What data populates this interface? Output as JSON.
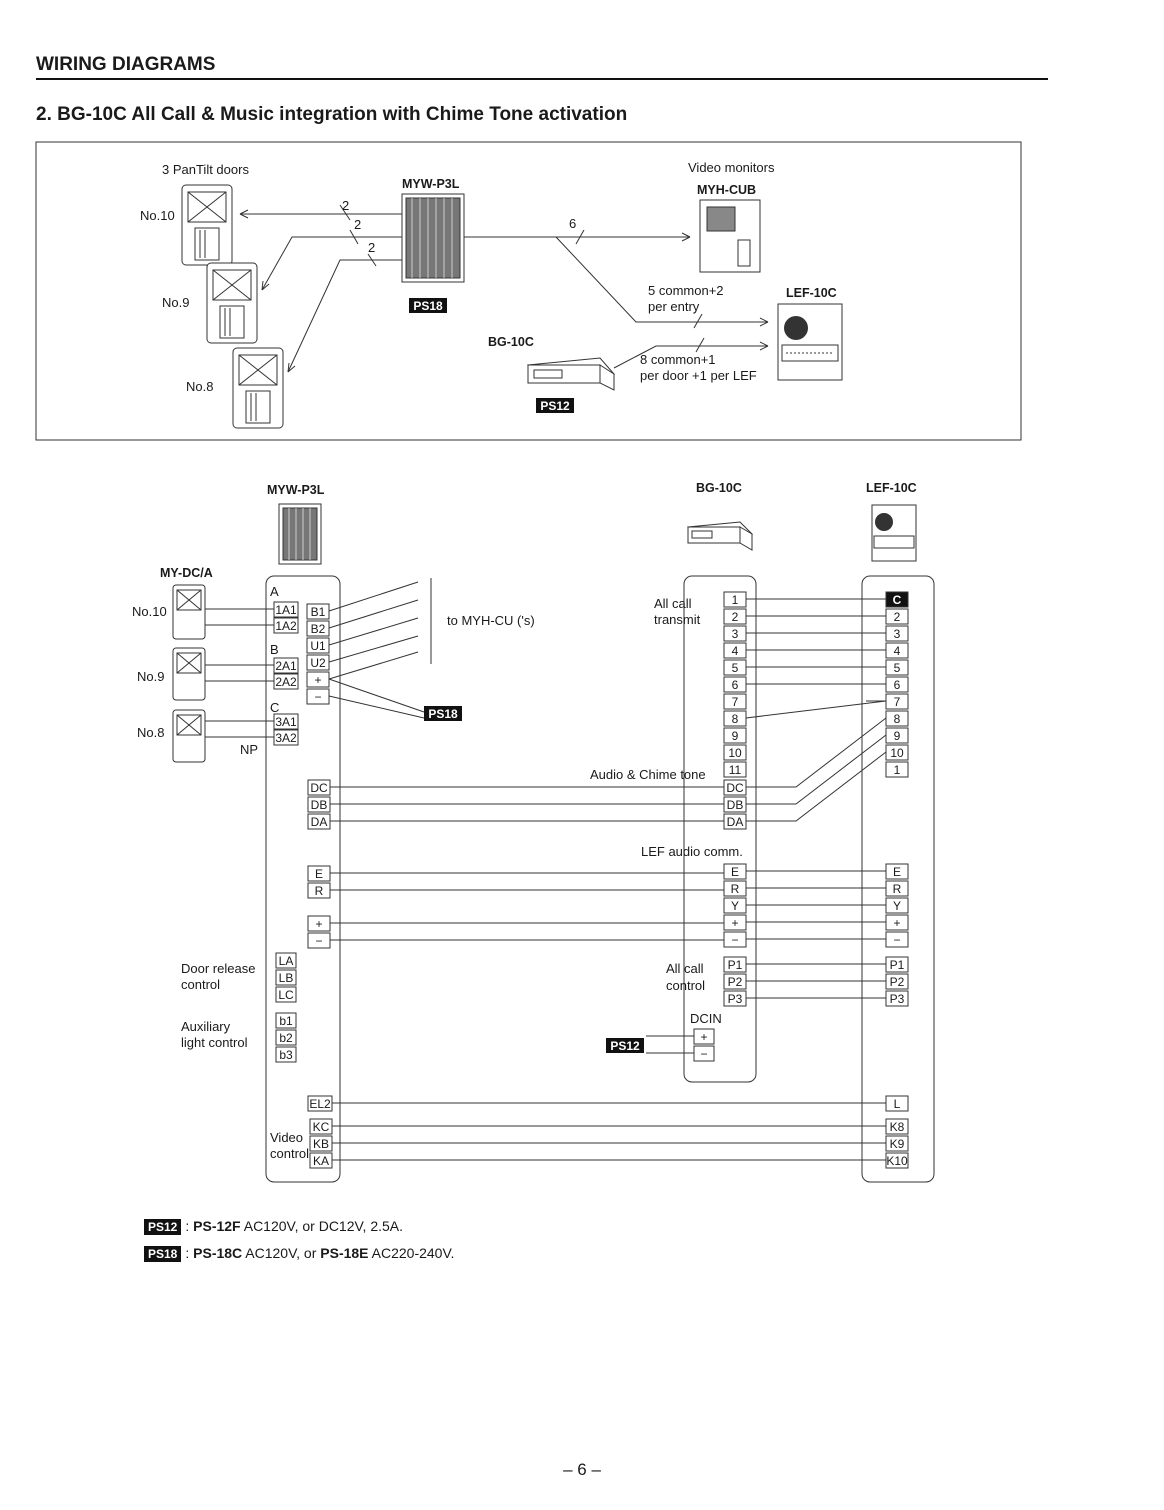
{
  "header": {
    "section": "WIRING DIAGRAMS",
    "title": "2. BG-10C All Call & Music integration with Chime Tone activation"
  },
  "overview": {
    "doors_label": "3 PanTilt doors",
    "doors": [
      "No.10",
      "No.9",
      "No.8"
    ],
    "myw": "MYW-P3L",
    "ps18": "PS18",
    "video_monitors": "Video monitors",
    "myh": "MYH-CUB",
    "lef": "LEF-10C",
    "bg": "BG-10C",
    "ps12": "PS12",
    "wire_counts": [
      "2",
      "2",
      "2",
      "6"
    ],
    "lef_note": [
      "5 common+2",
      "per entry"
    ],
    "bg_note": [
      "8 common+1",
      "per door +1 per LEF"
    ]
  },
  "wiring": {
    "myw": "MYW-P3L",
    "bg": "BG-10C",
    "lef": "LEF-10C",
    "mydc": "MY-DC/A",
    "doors": [
      "No.10",
      "No.9",
      "No.8"
    ],
    "np": "NP",
    "group_a": "A",
    "group_b": "B",
    "group_c": "C",
    "door_terms": [
      "1A1",
      "1A2",
      "2A1",
      "2A2",
      "3A1",
      "3A2"
    ],
    "b_terms": [
      "B1",
      "B2",
      "U1",
      "U2",
      "+",
      "−"
    ],
    "to_myh": "to MYH-CU ('s)",
    "ps18": "PS18",
    "ps12": "PS12",
    "all_call_transmit": [
      "All call",
      "transmit"
    ],
    "bg_nums": [
      "1",
      "2",
      "3",
      "4",
      "5",
      "6",
      "7",
      "8",
      "9",
      "10",
      "11"
    ],
    "lef_nums": [
      "C",
      "2",
      "3",
      "4",
      "5",
      "6",
      "7",
      "8",
      "9",
      "10",
      "1"
    ],
    "audio_chime": "Audio & Chime tone",
    "d_terms": [
      "DC",
      "DB",
      "DA"
    ],
    "lef_audio": "LEF audio comm.",
    "er_terms": [
      "E",
      "R"
    ],
    "eryp_terms": [
      "E",
      "R",
      "Y",
      "+",
      "−"
    ],
    "pm_terms": [
      "+",
      "−"
    ],
    "door_release": [
      "Door release",
      "control"
    ],
    "l_terms": [
      "LA",
      "LB",
      "LC"
    ],
    "aux_light": [
      "Auxiliary",
      "light control"
    ],
    "b_small": [
      "b1",
      "b2",
      "b3"
    ],
    "all_call_control": [
      "All call",
      "control"
    ],
    "p_terms": [
      "P1",
      "P2",
      "P3"
    ],
    "dcin": "DCIN",
    "el2": "EL2",
    "video_control": [
      "Video",
      "control"
    ],
    "k_terms": [
      "KC",
      "KB",
      "KA"
    ],
    "lef_l": "L",
    "lef_k": [
      "K8",
      "K9",
      "K10"
    ]
  },
  "legend": [
    {
      "badge": "PS12",
      "model": "PS-12F",
      "text": " AC120V, or DC12V, 2.5A."
    },
    {
      "badge": "PS18",
      "model1": "PS-18C",
      "text1": " AC120V, or ",
      "model2": "PS-18E",
      "text2": " AC220-240V."
    }
  ],
  "page_number": "– 6 –"
}
